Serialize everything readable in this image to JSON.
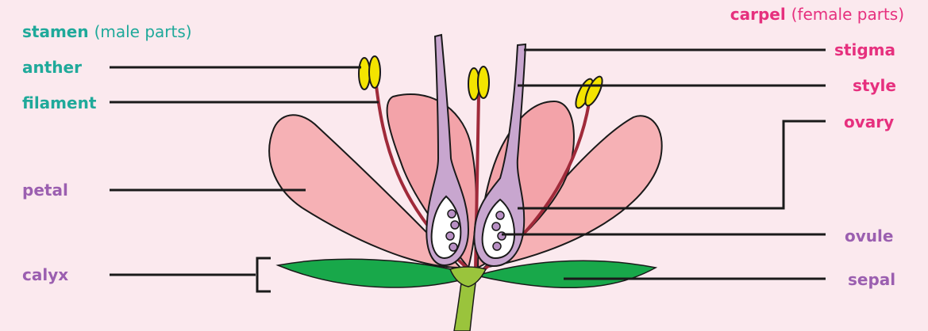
{
  "headers": {
    "stamen": {
      "term": "stamen",
      "note": "(male parts)"
    },
    "carpel": {
      "term": "carpel",
      "note": "(female parts)"
    }
  },
  "labels": {
    "anther": "anther",
    "filament": "filament",
    "petal": "petal",
    "calyx": "calyx",
    "stigma": "stigma",
    "style": "style",
    "ovary": "ovary",
    "ovule": "ovule",
    "sepal": "sepal"
  },
  "colors": {
    "background": "#fbe9ee",
    "stamen_text": "#1fa99a",
    "carpel_text": "#e6307e",
    "general_text": "#9b5fb0",
    "petal": "#f6b1b5",
    "petal_inner": "#f3a3a9",
    "sepal": "#18a84a",
    "stem": "#9ac43c",
    "filament": "#a02a3a",
    "anther": "#f4e400",
    "carpel": "#c8a6cf",
    "ovule": "#b88fc4"
  }
}
